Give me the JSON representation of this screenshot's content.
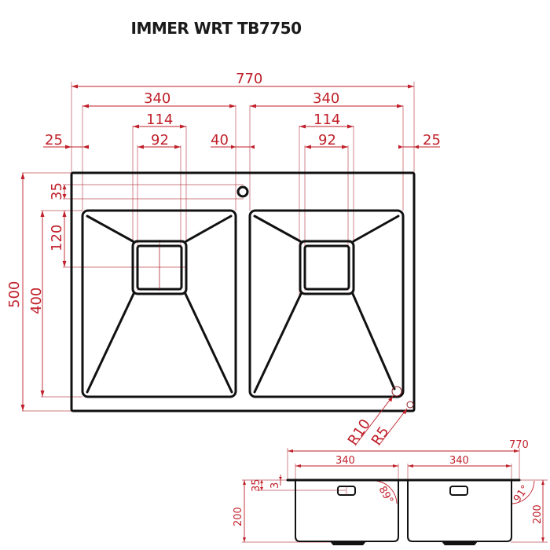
{
  "title": "IMMER WRT TB7750",
  "colors": {
    "dimension": "#c0202a",
    "outline": "#111111",
    "background": "#ffffff"
  },
  "top_view": {
    "overall_width": "770",
    "bowl_left_width": "340",
    "bowl_right_width": "340",
    "drain_outer_left": "114",
    "drain_inner_left": "92",
    "drain_outer_right": "114",
    "drain_inner_right": "92",
    "margin_left": "25",
    "gap_center": "40",
    "margin_right": "25",
    "overall_depth": "500",
    "bowl_depth": "400",
    "tap_hole_offset": "35",
    "drain_offset": "120",
    "radius_inner": "R10",
    "radius_outer": "R5"
  },
  "side_view": {
    "overall_width": "770",
    "bowl_left_width": "340",
    "bowl_right_width": "340",
    "flange_thickness": "3",
    "overflow_offset": "35",
    "depth_left": "200",
    "depth_right": "200",
    "angle_left": "89°",
    "angle_right": "91°"
  }
}
